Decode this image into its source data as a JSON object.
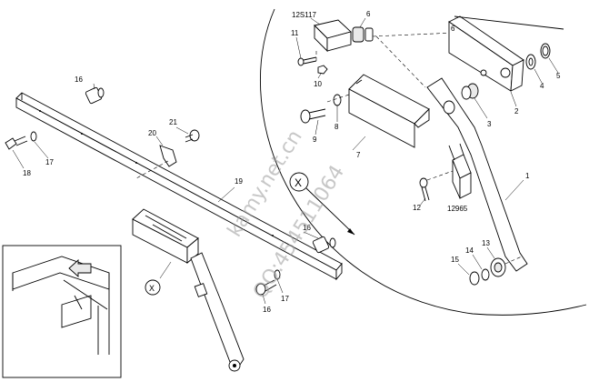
{
  "diagram": {
    "view_label": "X",
    "detail_label": "X",
    "overview_labels": {
      "crossbar_end_left": "16",
      "bolt_bracket": "21",
      "clip": "20",
      "bolt_left": "18",
      "washer_left": "17",
      "crossbar_label": "19",
      "crossbar_end_right": "16",
      "bolt_lower": "16",
      "washer_lower": "17"
    },
    "detail_labels": {
      "kit_code_upper": "12S117",
      "kit_code_lower": "12965",
      "part_1": "1",
      "part_2": "2",
      "part_3": "3",
      "part_4": "4",
      "part_5": "5",
      "part_6a": "6",
      "part_6b": "6",
      "part_7": "7",
      "part_8": "8",
      "part_9": "9",
      "part_10": "10",
      "part_11": "11",
      "part_12": "12",
      "part_13": "13",
      "part_14": "14",
      "part_15": "15"
    },
    "watermarks": [
      "kamy.net.cn",
      "QQ:454511064"
    ],
    "icons": [
      "arrow-icon"
    ]
  }
}
